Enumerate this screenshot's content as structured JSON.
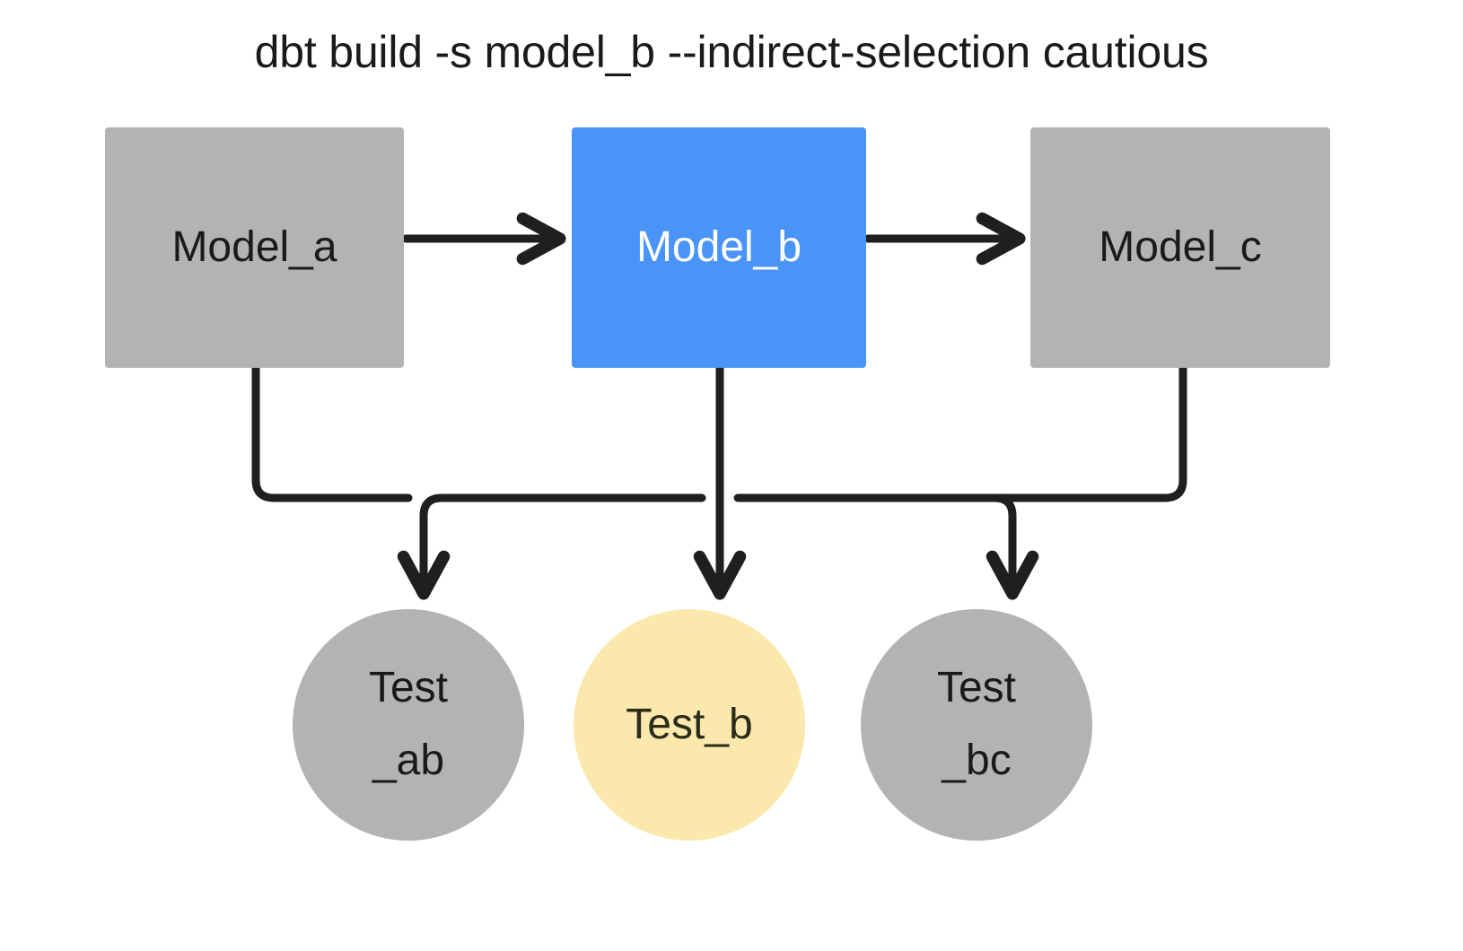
{
  "title": "dbt build -s model_b --indirect-selection cautious",
  "colors": {
    "background": "#ffffff",
    "node_gray": "#b3b3b3",
    "node_selected_blue": "#4a94f7",
    "node_indirect_yellow": "#fae8ac",
    "edge_black": "#1f1f1f",
    "text_dark": "#1a1a1a",
    "text_light": "#ffffff"
  },
  "nodes": {
    "models": [
      {
        "id": "model_a",
        "label": "Model_a",
        "shape": "rectangle",
        "fill": "#b3b3b3",
        "text_color": "#1a1a1a"
      },
      {
        "id": "model_b",
        "label": "Model_b",
        "shape": "rectangle",
        "fill": "#4a94f7",
        "text_color": "#ffffff"
      },
      {
        "id": "model_c",
        "label": "Model_c",
        "shape": "rectangle",
        "fill": "#b3b3b3",
        "text_color": "#1a1a1a"
      }
    ],
    "tests": [
      {
        "id": "test_ab",
        "line1": "Test",
        "line2": "_ab",
        "shape": "circle",
        "fill": "#b3b3b3",
        "text_color": "#1a1a1a"
      },
      {
        "id": "test_b",
        "line1": "Test_b",
        "line2": "",
        "shape": "circle",
        "fill": "#fae8ac",
        "text_color": "#2b2b1a"
      },
      {
        "id": "test_bc",
        "line1": "Test",
        "line2": "_bc",
        "shape": "circle",
        "fill": "#b3b3b3",
        "text_color": "#1a1a1a"
      }
    ]
  },
  "edges": [
    {
      "id": "model_a-to-model_b",
      "from": "model_a",
      "to": "model_b",
      "style": "arrow-right"
    },
    {
      "id": "model_b-to-model_c",
      "from": "model_b",
      "to": "model_c",
      "style": "arrow-right"
    },
    {
      "id": "model_a-to-test_ab",
      "from": "model_a",
      "to": "test_ab",
      "style": "elbow-arrow-down"
    },
    {
      "id": "model_b-to-test_ab",
      "from": "model_b",
      "to": "test_ab",
      "style": "elbow-arrow-down"
    },
    {
      "id": "model_b-to-test_b",
      "from": "model_b",
      "to": "test_b",
      "style": "straight-arrow-down"
    },
    {
      "id": "model_b-to-test_bc",
      "from": "model_b",
      "to": "test_bc",
      "style": "elbow-arrow-down"
    },
    {
      "id": "model_c-to-test_bc",
      "from": "model_c",
      "to": "test_bc",
      "style": "elbow-arrow-down"
    }
  ]
}
